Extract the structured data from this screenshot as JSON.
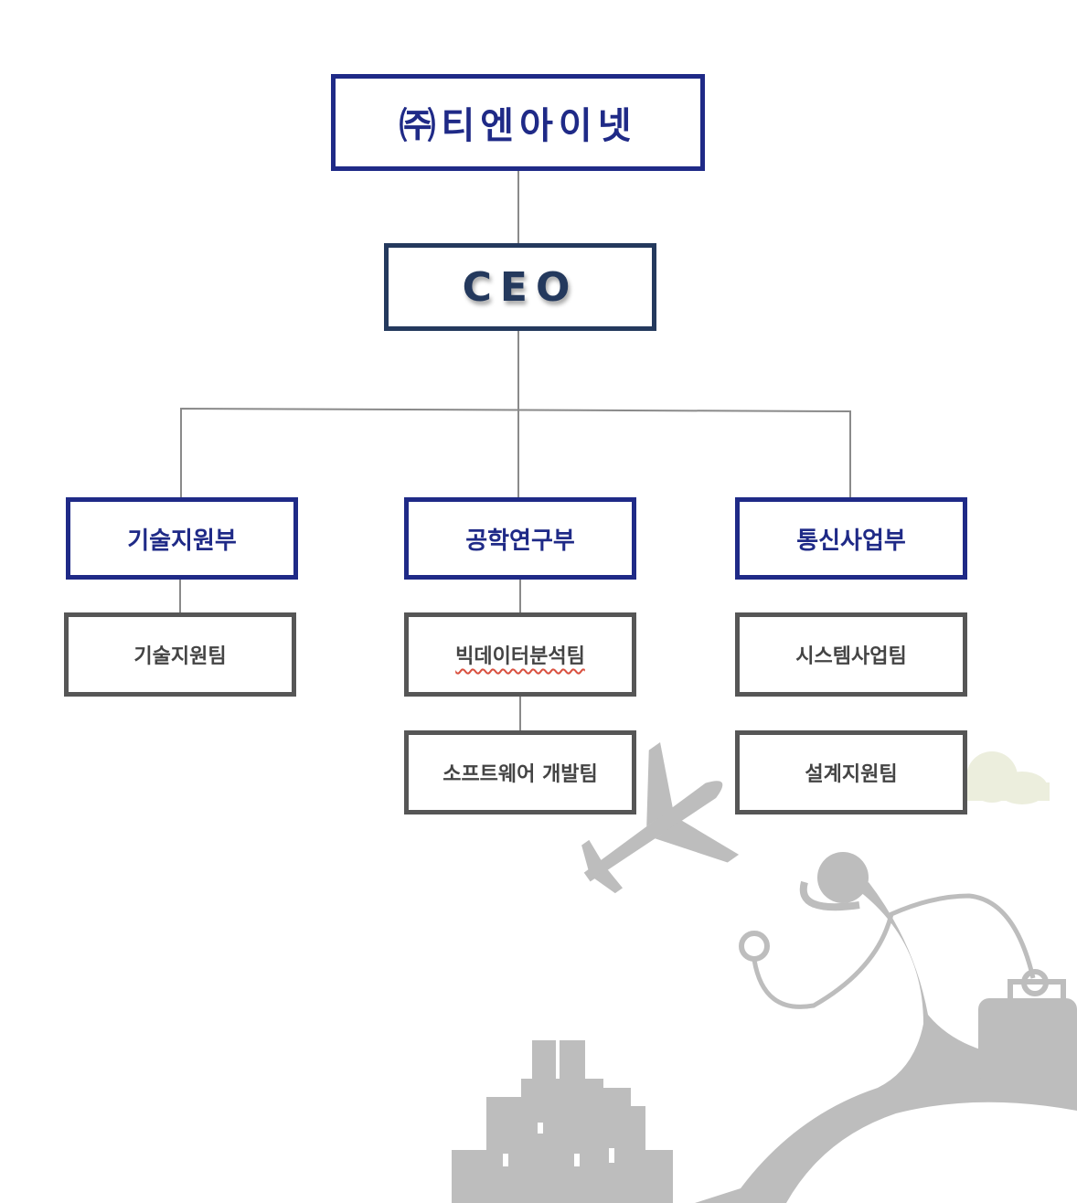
{
  "org_chart": {
    "company": "㈜티엔아이넷",
    "ceo": "CEO",
    "departments": [
      {
        "name": "기술지원부",
        "teams": [
          "기술지원팀"
        ]
      },
      {
        "name": "공학연구부",
        "teams": [
          "빅데이터분석팀",
          "소프트웨어 개발팀"
        ]
      },
      {
        "name": "통신사업부",
        "teams": [
          "시스템사업팀",
          "설계지원팀"
        ]
      }
    ]
  },
  "colors": {
    "dept_border": "#1f2a87",
    "ceo_border": "#24395d",
    "team_border": "#565656",
    "decoration": "#bdbdbd"
  }
}
